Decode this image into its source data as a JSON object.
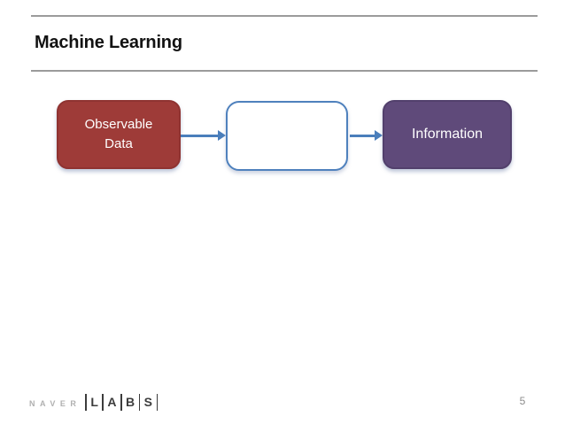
{
  "slide": {
    "title": "Machine Learning",
    "page_number": "5",
    "background_color": "#ffffff",
    "rule_color": "#9b9b9b"
  },
  "diagram": {
    "arrow_color": "#4a7ebb",
    "boxes": [
      {
        "name": "observable-data",
        "line1": "Observable",
        "line2": "Data",
        "fill": "#9e3b38",
        "text_color": "#ffffff"
      },
      {
        "name": "empty-process",
        "label": "",
        "fill": "#ffffff",
        "border_color": "#4f81bd"
      },
      {
        "name": "information",
        "label": "Information",
        "fill": "#5f4a7a",
        "text_color": "#ffffff"
      }
    ]
  },
  "footer": {
    "logo_light_text": "NAVER",
    "logo_bold_letters": [
      "L",
      "A",
      "B",
      "S"
    ]
  }
}
